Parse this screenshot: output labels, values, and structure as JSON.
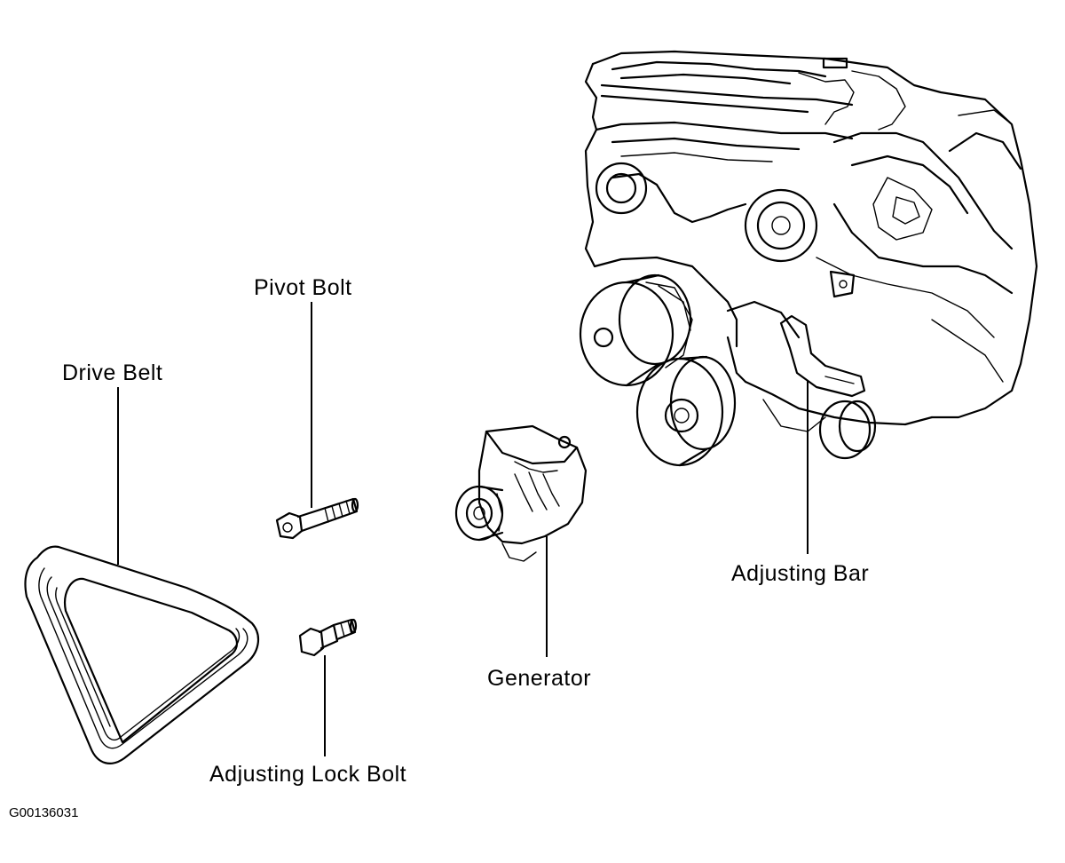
{
  "labels": {
    "pivot_bolt": "Pivot Bolt",
    "drive_belt": "Drive Belt",
    "adjusting_bar": "Adjusting Bar",
    "generator": "Generator",
    "adjusting_lock_bolt": "Adjusting Lock Bolt"
  },
  "figure_code": "G00136031"
}
